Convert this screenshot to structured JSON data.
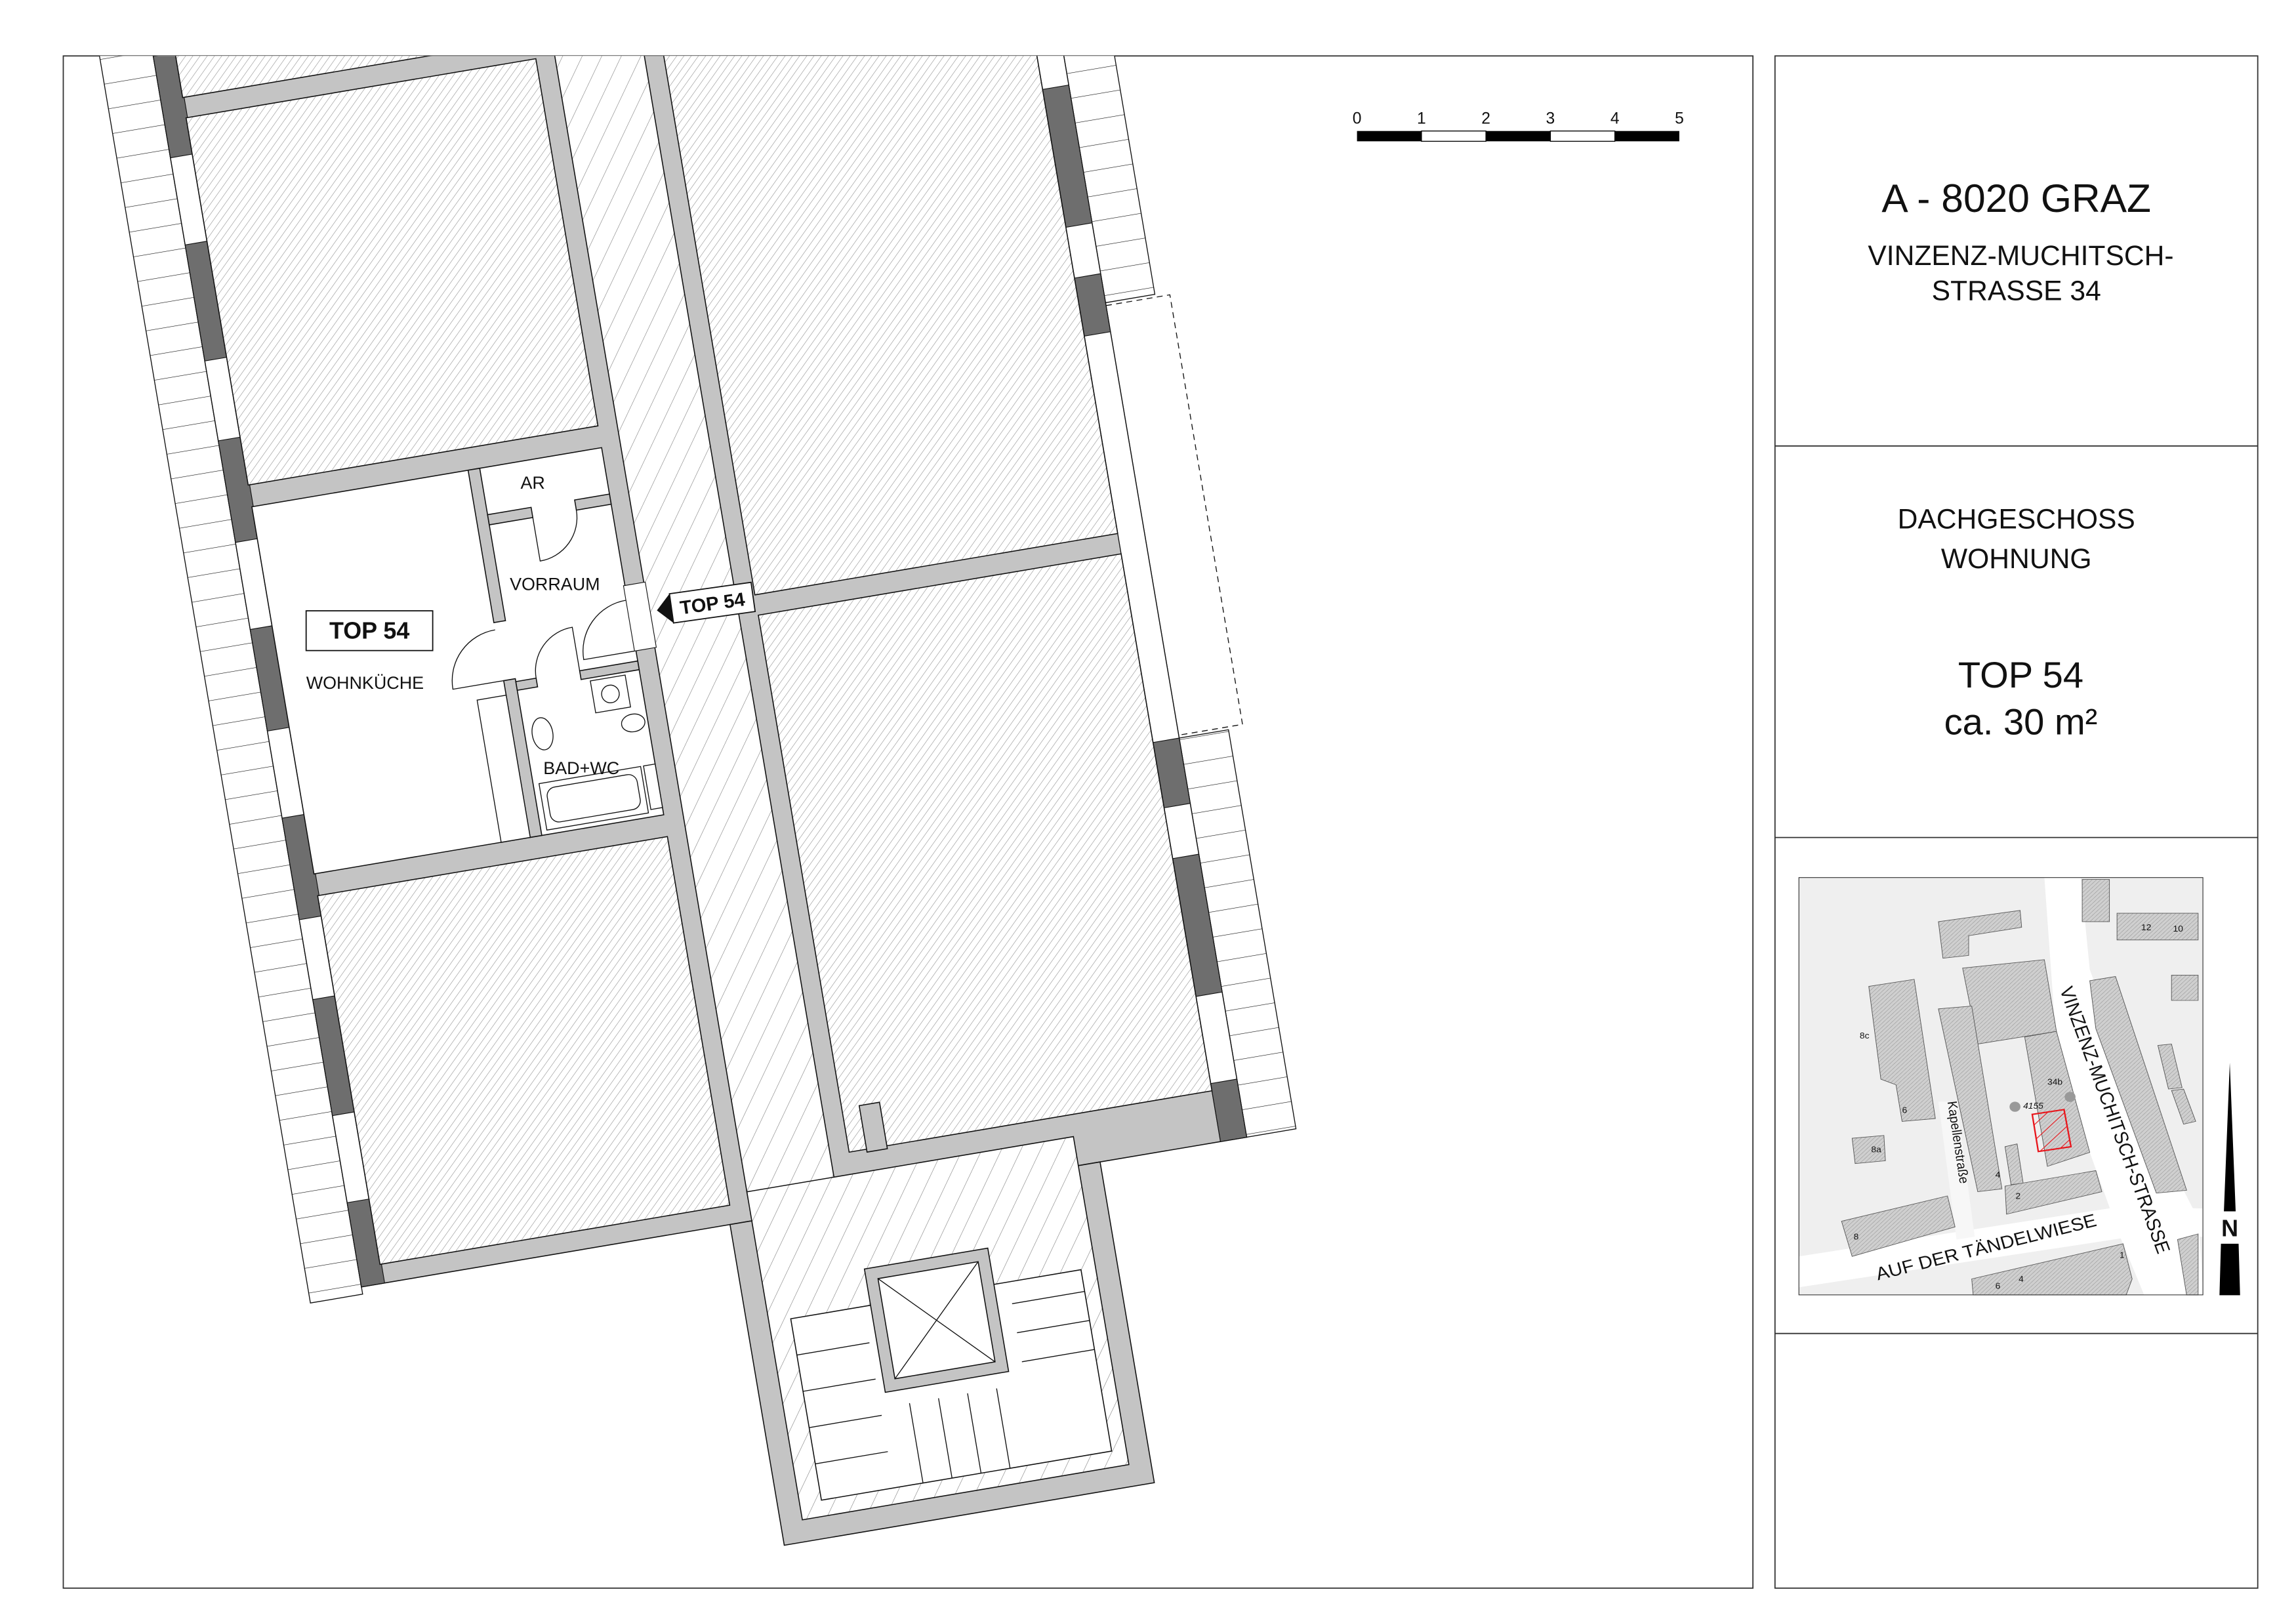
{
  "scale_bar": {
    "labels": [
      "0",
      "1",
      "2",
      "3",
      "4",
      "5"
    ],
    "unit_note": ""
  },
  "plan": {
    "rooms": {
      "ar": "AR",
      "vorraum": "VORRAUM",
      "wohnkueche": "WOHNKÜCHE",
      "bad_wc": "BAD+WC"
    },
    "unit_box_label": "TOP 54",
    "entry_tag_label": "TOP 54"
  },
  "title_block": {
    "city": "A - 8020 GRAZ",
    "street_line1": "VINZENZ-MUCHITSCH-",
    "street_line2": "STRASSE 34",
    "floor_line1": "DACHGESCHOSS",
    "floor_line2": "WOHNUNG",
    "unit": "TOP 54",
    "area": "ca. 30 m²"
  },
  "site_map": {
    "streets": {
      "main": "VINZENZ-MUCHITSCH-STRASSE",
      "south": "AUF DER TÄNDELWIESE",
      "west": "Kapellenstraße"
    },
    "house_numbers": [
      "12",
      "10",
      "8c",
      "6",
      "8a",
      "8",
      "2",
      "4",
      "1",
      "6",
      "4",
      "34b",
      "4155"
    ],
    "highlight_color": "#e8151b",
    "north_label": "N"
  }
}
